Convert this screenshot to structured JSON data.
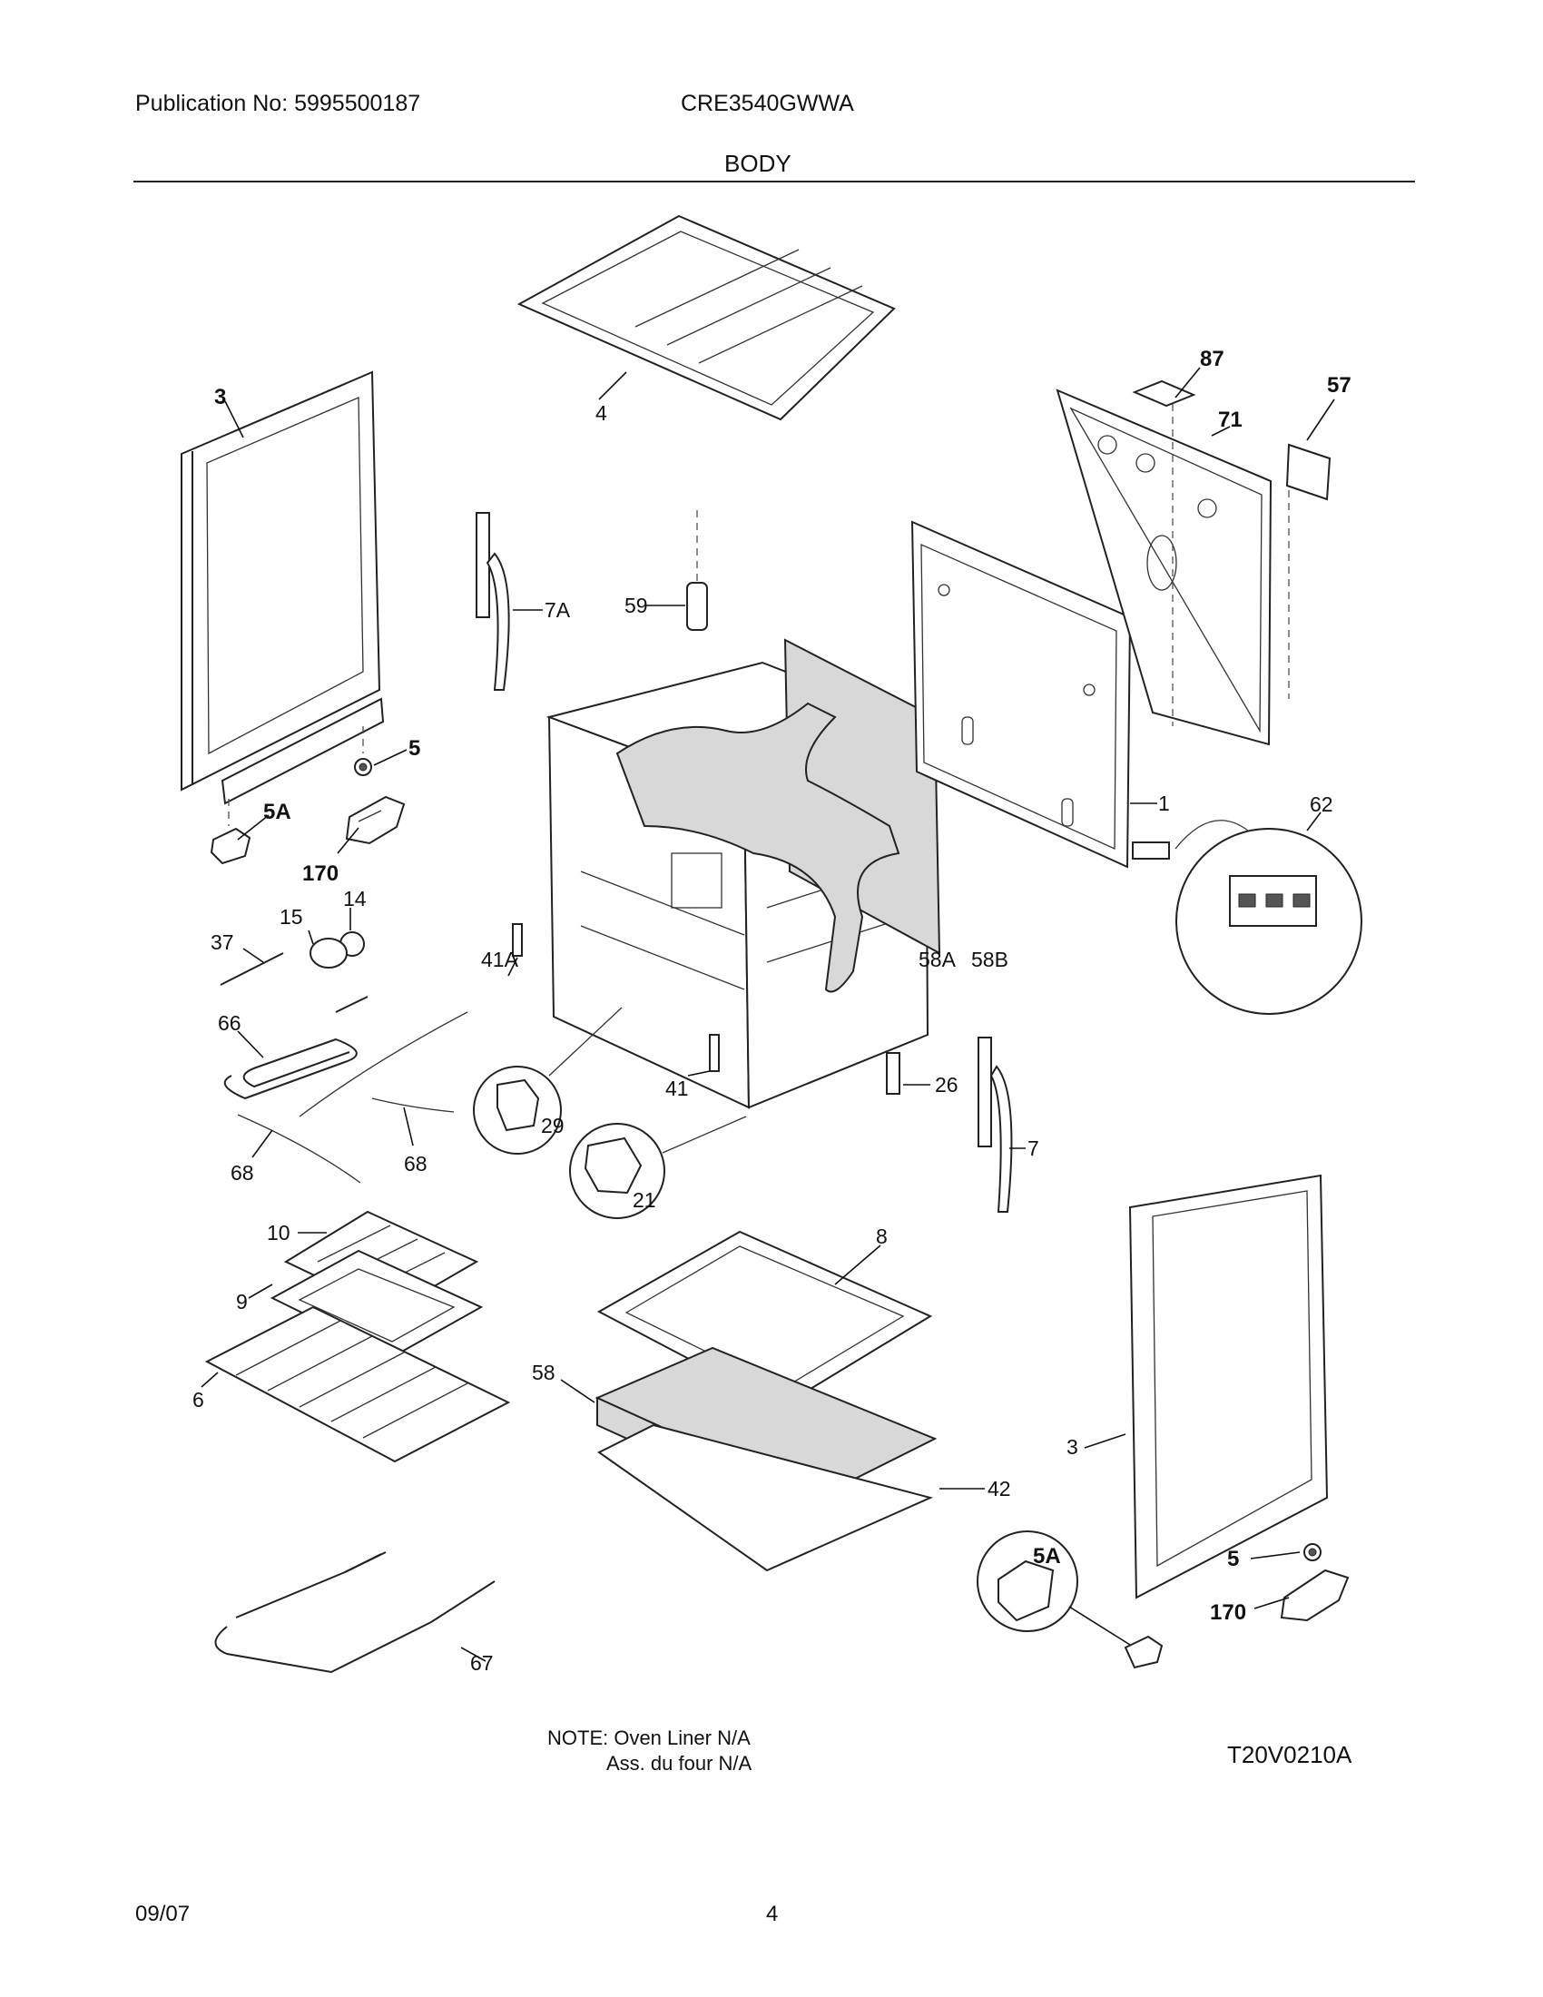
{
  "header": {
    "publication": "Publication No: 5995500187",
    "model": "CRE3540GWWA",
    "section": "BODY"
  },
  "callouts": {
    "c1": "1",
    "c3a": "3",
    "c3b": "3",
    "c4": "4",
    "c5a": "5",
    "c5b": "5",
    "c5Aa": "5A",
    "c5Ab": "5A",
    "c6": "6",
    "c7": "7",
    "c7A": "7A",
    "c8": "8",
    "c9": "9",
    "c10": "10",
    "c14": "14",
    "c15": "15",
    "c21": "21",
    "c26": "26",
    "c29": "29",
    "c37": "37",
    "c41": "41",
    "c41A": "41A",
    "c42": "42",
    "c57": "57",
    "c58": "58",
    "c58A": "58A",
    "c58B": "58B",
    "c59": "59",
    "c62": "62",
    "c66": "66",
    "c67": "67",
    "c68a": "68",
    "c68b": "68",
    "c71": "71",
    "c87": "87",
    "c170a": "170",
    "c170b": "170"
  },
  "footer": {
    "note_line1": "NOTE: Oven Liner N/A",
    "note_line2": "Ass. du four N/A",
    "drawing_code": "T20V0210A",
    "date": "09/07",
    "page_number": "4"
  }
}
